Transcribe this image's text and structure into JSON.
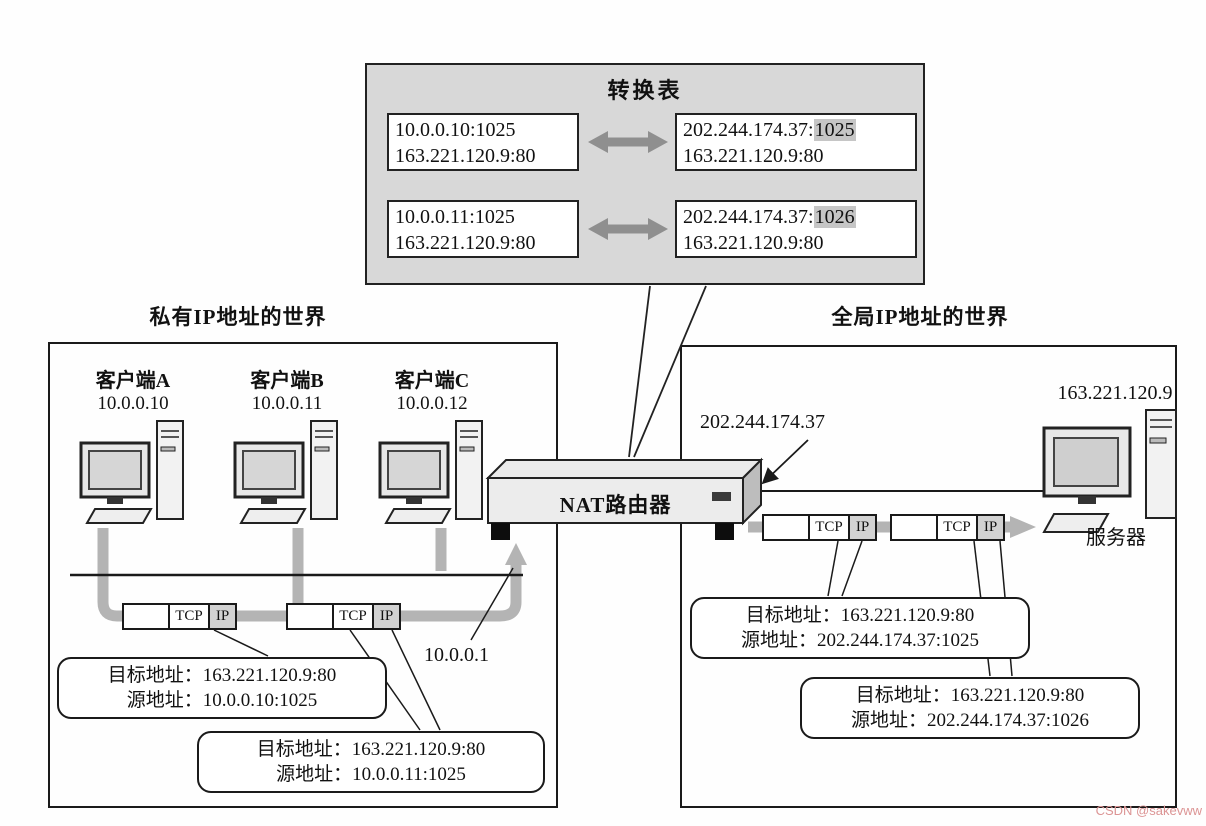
{
  "watermark": "CSDN @sakevww",
  "packet_labels": {
    "tcp": "TCP",
    "ip": "IP"
  },
  "translation_table": {
    "title": "转换表",
    "rows": [
      {
        "private_line1": "10.0.0.10:1025",
        "private_line2": "163.221.120.9:80",
        "global_prefix": "202.244.174.37:",
        "global_port": "1025",
        "global_line2": "163.221.120.9:80"
      },
      {
        "private_line1": "10.0.0.11:1025",
        "private_line2": "163.221.120.9:80",
        "global_prefix": "202.244.174.37:",
        "global_port": "1026",
        "global_line2": "163.221.120.9:80"
      }
    ]
  },
  "private_world": {
    "title": "私有IP地址的世界",
    "clients": [
      {
        "name": "客户端A",
        "ip": "10.0.0.10"
      },
      {
        "name": "客户端B",
        "ip": "10.0.0.11"
      },
      {
        "name": "客户端C",
        "ip": "10.0.0.12"
      }
    ],
    "gateway_ip": "10.0.0.1",
    "callouts": [
      {
        "dest": "目标地址：163.221.120.9:80",
        "src": "源地址：10.0.0.10:1025"
      },
      {
        "dest": "目标地址：163.221.120.9:80",
        "src": "源地址：10.0.0.11:1025"
      }
    ]
  },
  "nat_router": {
    "label": "NAT路由器",
    "global_ip": "202.244.174.37"
  },
  "global_world": {
    "title": "全局IP地址的世界",
    "server": {
      "ip": "163.221.120.9",
      "label": "服务器"
    },
    "callouts": [
      {
        "dest": "目标地址：163.221.120.9:80",
        "src": "源地址：202.244.174.37:1025"
      },
      {
        "dest": "目标地址：163.221.120.9:80",
        "src": "源地址：202.244.174.37:1026"
      }
    ]
  }
}
